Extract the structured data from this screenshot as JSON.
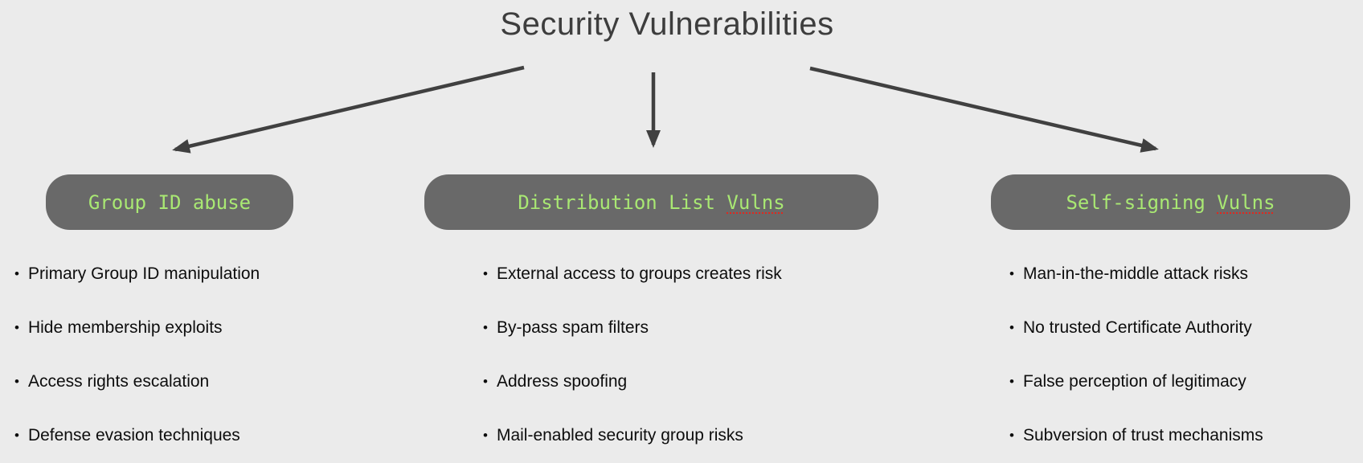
{
  "title": "Security Vulnerabilities",
  "bullet": "•",
  "colors": {
    "background": "#ebebeb",
    "node_fill": "#696969",
    "node_label_green": "#a9e873",
    "arrow": "#404040",
    "title_text": "#3d3d3d",
    "body_text": "#0d0d0d",
    "spellcheck_underline_red": "#e0281e"
  },
  "nodes": [
    {
      "label": "Group ID abuse",
      "label_plain": "Group ID abuse",
      "label_flagged": ""
    },
    {
      "label": "Distribution List Vulns",
      "label_plain": "Distribution List ",
      "label_flagged": "Vulns"
    },
    {
      "label": "Self-signing Vulns",
      "label_plain": "Self-signing ",
      "label_flagged": "Vulns"
    }
  ],
  "columns": [
    {
      "items": [
        "Primary Group ID manipulation",
        "Hide membership exploits",
        "Access rights escalation",
        "Defense evasion techniques"
      ]
    },
    {
      "items": [
        "External access to groups creates risk",
        "By-pass spam filters",
        "Address spoofing",
        "Mail-enabled security group risks"
      ]
    },
    {
      "items": [
        "Man-in-the-middle attack risks",
        "No trusted Certificate Authority",
        "False perception of legitimacy",
        "Subversion of trust mechanisms"
      ]
    }
  ]
}
